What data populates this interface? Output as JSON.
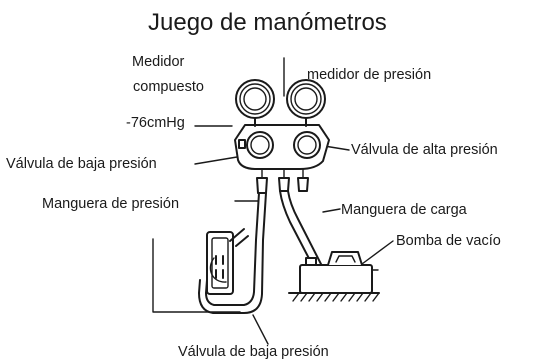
{
  "title": "Juego de manómetros",
  "labels": {
    "compound_gauge_line1": "Medidor",
    "compound_gauge_line2": "compuesto",
    "pressure_gauge": "medidor de presión",
    "vacuum_reading": "-76cmHg",
    "low_valve": "Válvula de baja presión",
    "high_valve": "Válvula de alta presión",
    "pressure_hose": "Manguera de presión",
    "charge_hose": "Manguera de carga",
    "vacuum_pump": "Bomba de vacío",
    "low_valve_bottom": "Válvula de baja presión"
  }
}
